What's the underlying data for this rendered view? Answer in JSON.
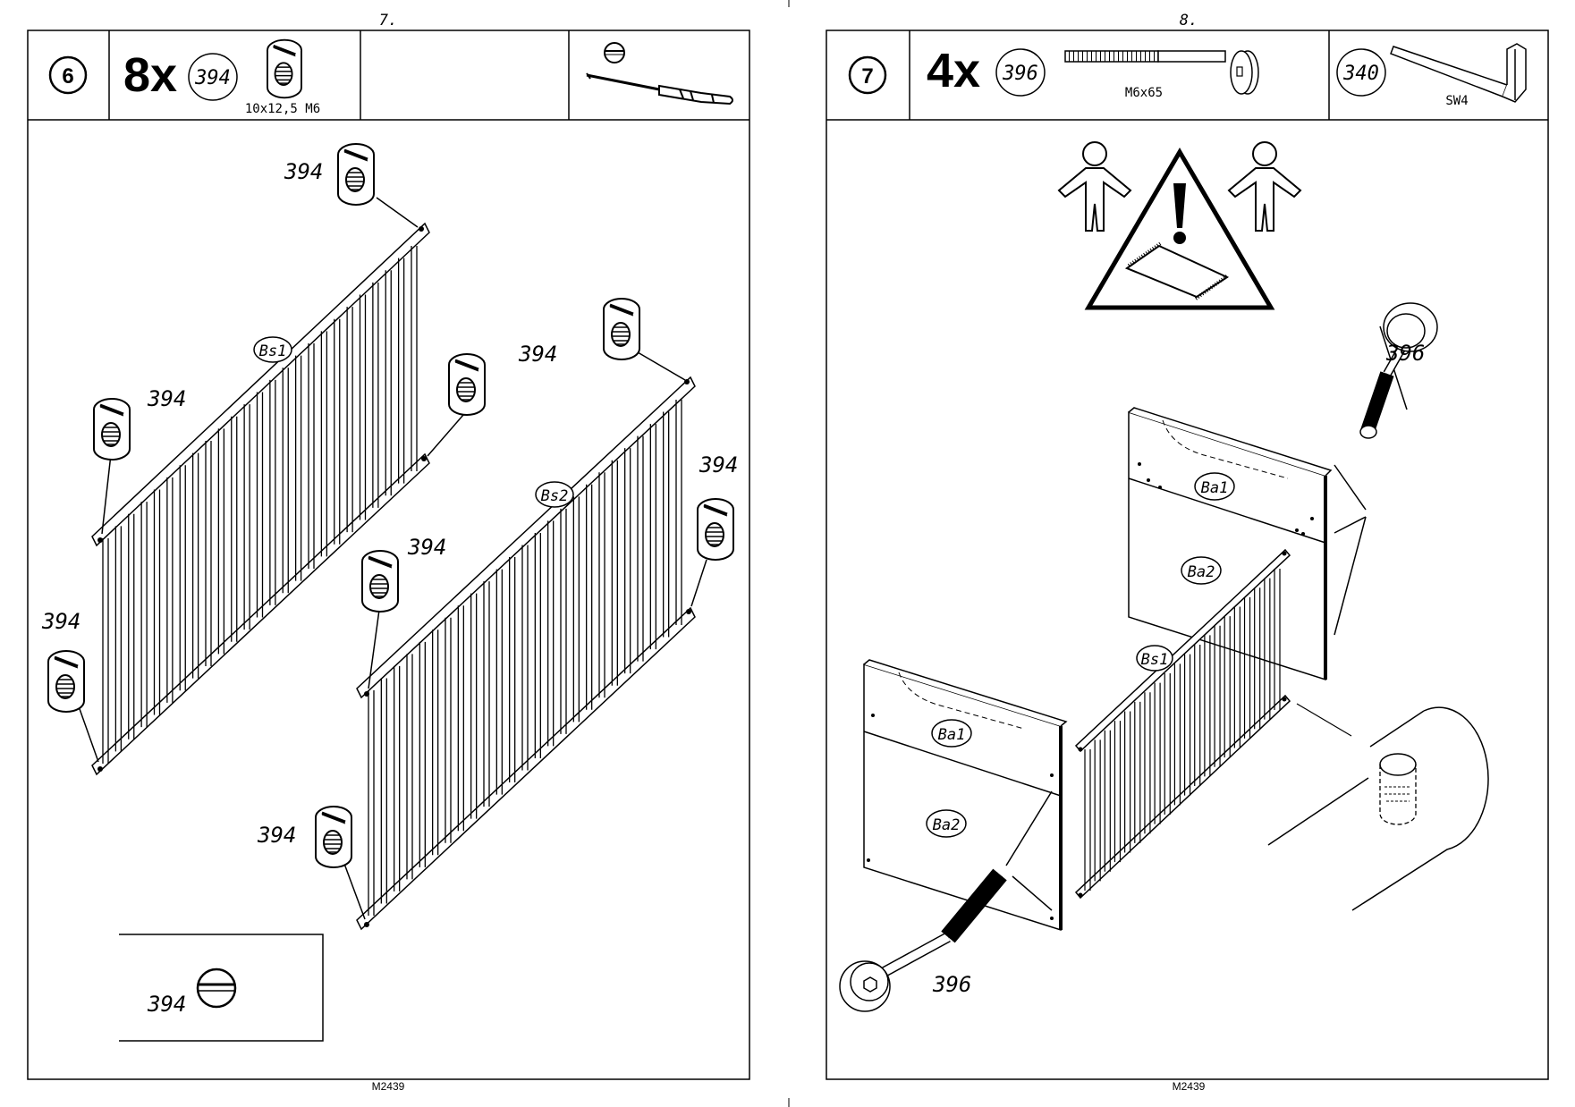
{
  "left_page": {
    "page_number": "7.",
    "step_number": "6",
    "quantity": "8x",
    "part_id": "394",
    "part_spec": "10x12,5 M6",
    "tool": "screwdriver-icon",
    "callouts": [
      "394",
      "394",
      "394",
      "394",
      "394",
      "394",
      "394",
      "394"
    ],
    "rail_labels": [
      "Bs1",
      "Bs2"
    ],
    "inset_callout": "394",
    "footer_code": "M2439"
  },
  "right_page": {
    "page_number": "8.",
    "step_number": "7",
    "quantity": "4x",
    "part_id": "396",
    "part_spec": "M6x65",
    "tool_id": "340",
    "tool_spec": "SW4",
    "warning": "two-person-assembly-icon",
    "callouts": [
      "396",
      "396"
    ],
    "panel_labels": [
      "Ba1",
      "Ba2",
      "Ba1",
      "Ba2"
    ],
    "rail_label": "Bs1",
    "footer_code": "M2439"
  }
}
